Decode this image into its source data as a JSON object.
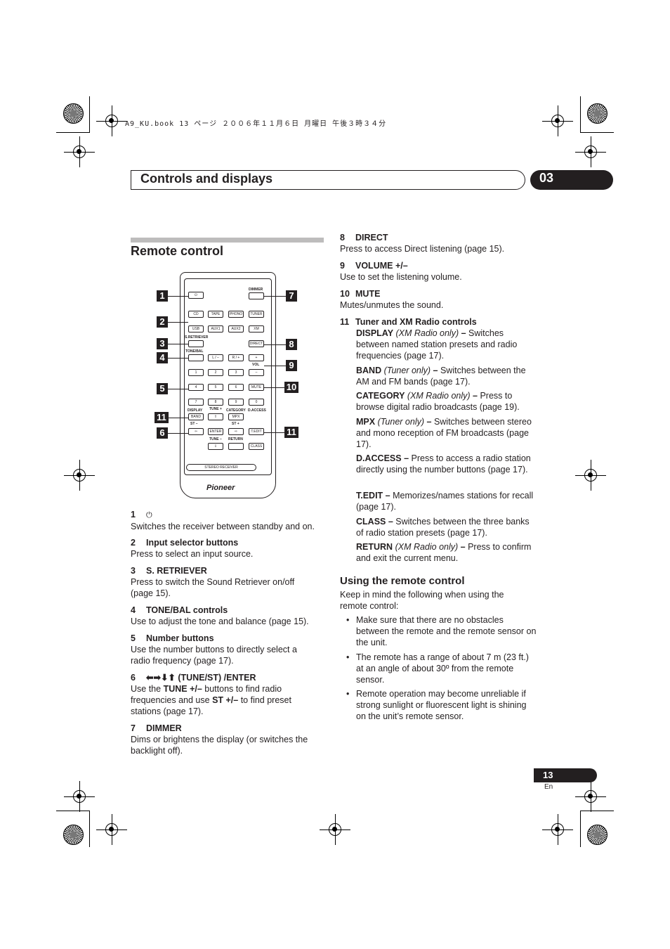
{
  "file_header": "A9_KU.book  13 ページ  ２００６年１１月６日  月曜日  午後３時３４分",
  "chapter": {
    "title": "Controls and displays",
    "number": "03"
  },
  "section_title": "Remote control",
  "remote_figure": {
    "callouts": [
      "1",
      "2",
      "3",
      "4",
      "5",
      "11",
      "6",
      "7",
      "8",
      "9",
      "10",
      "11"
    ],
    "buttons": {
      "dimmer_label": "DIMMER",
      "cd": "CD",
      "tape": "TAPE",
      "phono": "PHONO",
      "tuner": "TUNER",
      "usb": "USB",
      "aux1": "AUX1",
      "aux2": "AUX2",
      "xm": "XM",
      "s_retriever": "S.RETRIEVER",
      "direct": "DIRECT",
      "tone_bal": "TONE/BAL",
      "l_minus": "L / –",
      "r_plus": "R / +",
      "vol": "VOL",
      "plus": "+",
      "minus": "–",
      "n1": "1",
      "n2": "2",
      "n3": "3",
      "n4": "4",
      "n5": "5",
      "n6": "6",
      "mute": "MUTE",
      "n7": "7",
      "n8": "8",
      "n9": "9",
      "n0": "0",
      "display": "DISPLAY",
      "tune_plus": "TUNE +",
      "category": "CATEGORY",
      "d_access": "D.ACCESS",
      "band": "BAND",
      "mpx": "MPX",
      "st_minus": "ST –",
      "st_plus": "ST +",
      "enter": "ENTER",
      "t_edit": "T.EDIT",
      "tune_minus": "TUNE –",
      "return": "RETURN",
      "class": "CLASS",
      "stereo_receiver": "STEREO RECEIVER",
      "brand": "Pioneer"
    }
  },
  "items_left": [
    {
      "num": "1",
      "title": "",
      "desc": "Switches the receiver between standby and on."
    },
    {
      "num": "2",
      "title": "Input selector buttons",
      "desc": "Press to select an input source."
    },
    {
      "num": "3",
      "title": "S. RETRIEVER",
      "desc": "Press to switch the Sound Retriever on/off (page 15)."
    },
    {
      "num": "4",
      "title": "TONE/BAL controls",
      "desc": "Use to adjust the tone and balance (page 15)."
    },
    {
      "num": "5",
      "title": "Number buttons",
      "desc": "Use the number buttons to directly select a radio frequency (page 17)."
    },
    {
      "num": "6",
      "title": "(TUNE/ST) /ENTER"
    },
    {
      "num": "7",
      "title": "DIMMER",
      "desc": "Dims or brightens the display (or switches the backlight off)."
    }
  ],
  "item6_desc": {
    "a": "Use the ",
    "b": "TUNE +/–",
    "c": " buttons to find radio frequencies and use ",
    "d": "ST +/–",
    "e": " to find preset stations (page 17)."
  },
  "items_right": [
    {
      "num": "8",
      "title": "DIRECT",
      "desc": "Press to access Direct listening (page 15)."
    },
    {
      "num": "9",
      "title": "VOLUME +/–",
      "desc": "Use to set the listening volume."
    },
    {
      "num": "10",
      "title": "MUTE",
      "desc": "Mutes/unmutes the sound."
    },
    {
      "num": "11",
      "title": "Tuner and XM Radio controls"
    }
  ],
  "tuner_controls": [
    {
      "name": "DISPLAY",
      "qual": " (XM Radio only)",
      "dash": " – ",
      "desc": "Switches between named station presets and radio frequencies (page 17)."
    },
    {
      "name": "BAND",
      "qual": " (Tuner only)",
      "dash": " – ",
      "desc": "Switches between the AM and FM bands (page 17)."
    },
    {
      "name": "CATEGORY",
      "qual": " (XM Radio only)",
      "dash": " – ",
      "desc": "Press to browse digital radio broadcasts (page 19)."
    },
    {
      "name": "MPX",
      "qual": " (Tuner only)",
      "dash": " – ",
      "desc": "Switches between stereo and mono reception of FM broadcasts (page 17)."
    },
    {
      "name": "D.ACCESS",
      "qual": "",
      "dash": " – ",
      "desc": "Press to access a radio station directly using the number buttons (page 17)."
    },
    {
      "name": "T.EDIT",
      "qual": "",
      "dash": " – ",
      "desc": "Memorizes/names stations for recall (page 17)."
    },
    {
      "name": "CLASS",
      "qual": "",
      "dash": " – ",
      "desc": "Switches between the three banks of radio station presets (page 17)."
    },
    {
      "name": "RETURN",
      "qual": " (XM Radio only)",
      "dash": " – ",
      "desc": "Press to confirm and exit the current menu."
    }
  ],
  "using": {
    "title": "Using the remote control",
    "intro": "Keep in mind the following when using the remote control:",
    "bullets": [
      "Make sure that there are no obstacles between the remote and the remote sensor on the unit.",
      "The remote has a range of about 7 m (23 ft.) at an angle of about 30º from the remote sensor.",
      "Remote operation may become unreliable if strong sunlight or fluorescent light is shining on the unit’s remote sensor."
    ]
  },
  "page": {
    "number": "13",
    "lang": "En"
  }
}
